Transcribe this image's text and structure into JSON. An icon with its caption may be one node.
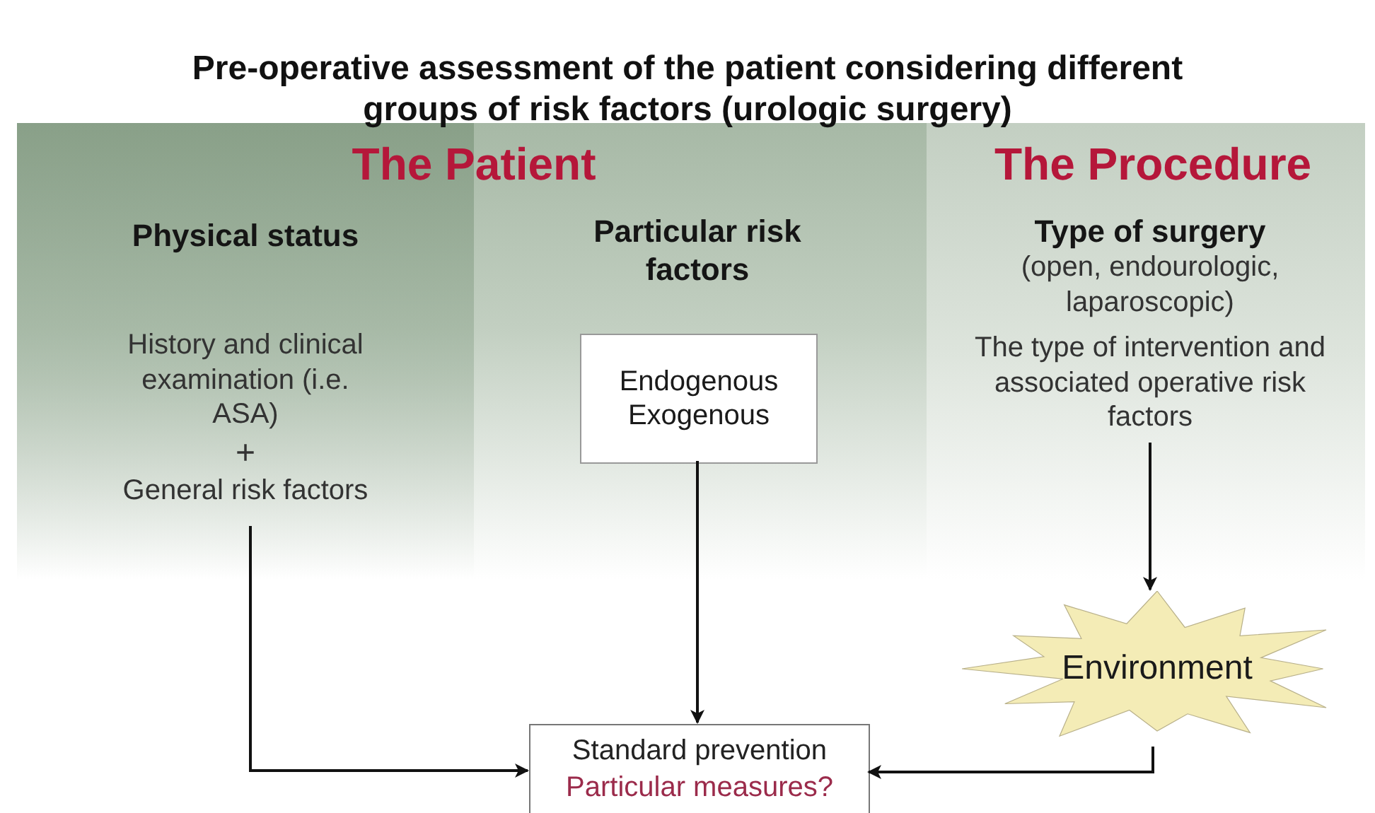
{
  "diagram": {
    "title": "Pre-operative assessment of the patient considering different groups of risk factors (urologic surgery)",
    "nodes": [
      {
        "text": [
          "The Patient"
        ]
      },
      {
        "text": [
          "The Procedure"
        ]
      },
      {
        "text": [
          "Physical status",
          "History and clinical examination (i.e. ASA)",
          "+",
          "General risk factors"
        ],
        "in": 0
      },
      {
        "text": [
          "Particular risk factors"
        ],
        "in": 0
      },
      {
        "text": [
          "Endogenous Exogenous"
        ],
        "in": 3
      },
      {
        "text": [
          "Type of surgery",
          "(open, endourologic, laparoscopic)",
          "The type of intervention and associated operative risk factors"
        ],
        "in": 1
      },
      {
        "text": [
          "Environment"
        ]
      },
      {
        "text": [
          "Standard prevention",
          "Particular measures?"
        ]
      }
    ],
    "edges": [
      {
        "from": 2,
        "to": 7,
        "arrow": "to"
      },
      {
        "from": 4,
        "to": 7,
        "arrow": "to"
      },
      {
        "from": 5,
        "to": 6,
        "arrow": "to"
      },
      {
        "from": 6,
        "to": 7,
        "arrow": "to"
      }
    ]
  }
}
